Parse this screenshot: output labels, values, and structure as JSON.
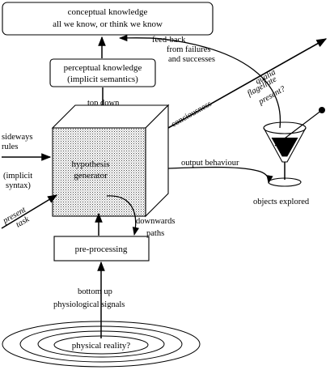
{
  "boxes": {
    "conceptual": {
      "line1": "conceptual knowledge",
      "line2": "all we know, or think we know"
    },
    "perceptual": {
      "line1": "perceptual knowledge",
      "line2": "(implicit semantics)"
    },
    "hypothesis": {
      "line1": "hypothesis",
      "line2": "generator"
    },
    "preprocessing": {
      "label": "pre-processing"
    },
    "reality": {
      "label": "physical reality?"
    }
  },
  "labels": {
    "feedback": [
      "feed-back",
      "from failures",
      "and successes"
    ],
    "top_down": "top down",
    "sideways": [
      "sideways",
      "rules",
      "(implicit",
      "syntax)"
    ],
    "present_task": [
      "present",
      "task"
    ],
    "consciousness": "conciousness",
    "qualia": [
      "qualia",
      "flagellate",
      "present?"
    ],
    "output_behaviour": "output behaviour",
    "objects_explored": "objects explored",
    "downwards": [
      "downwards",
      "paths"
    ],
    "bottom_up": [
      "bottom up",
      "physiological signals"
    ]
  }
}
